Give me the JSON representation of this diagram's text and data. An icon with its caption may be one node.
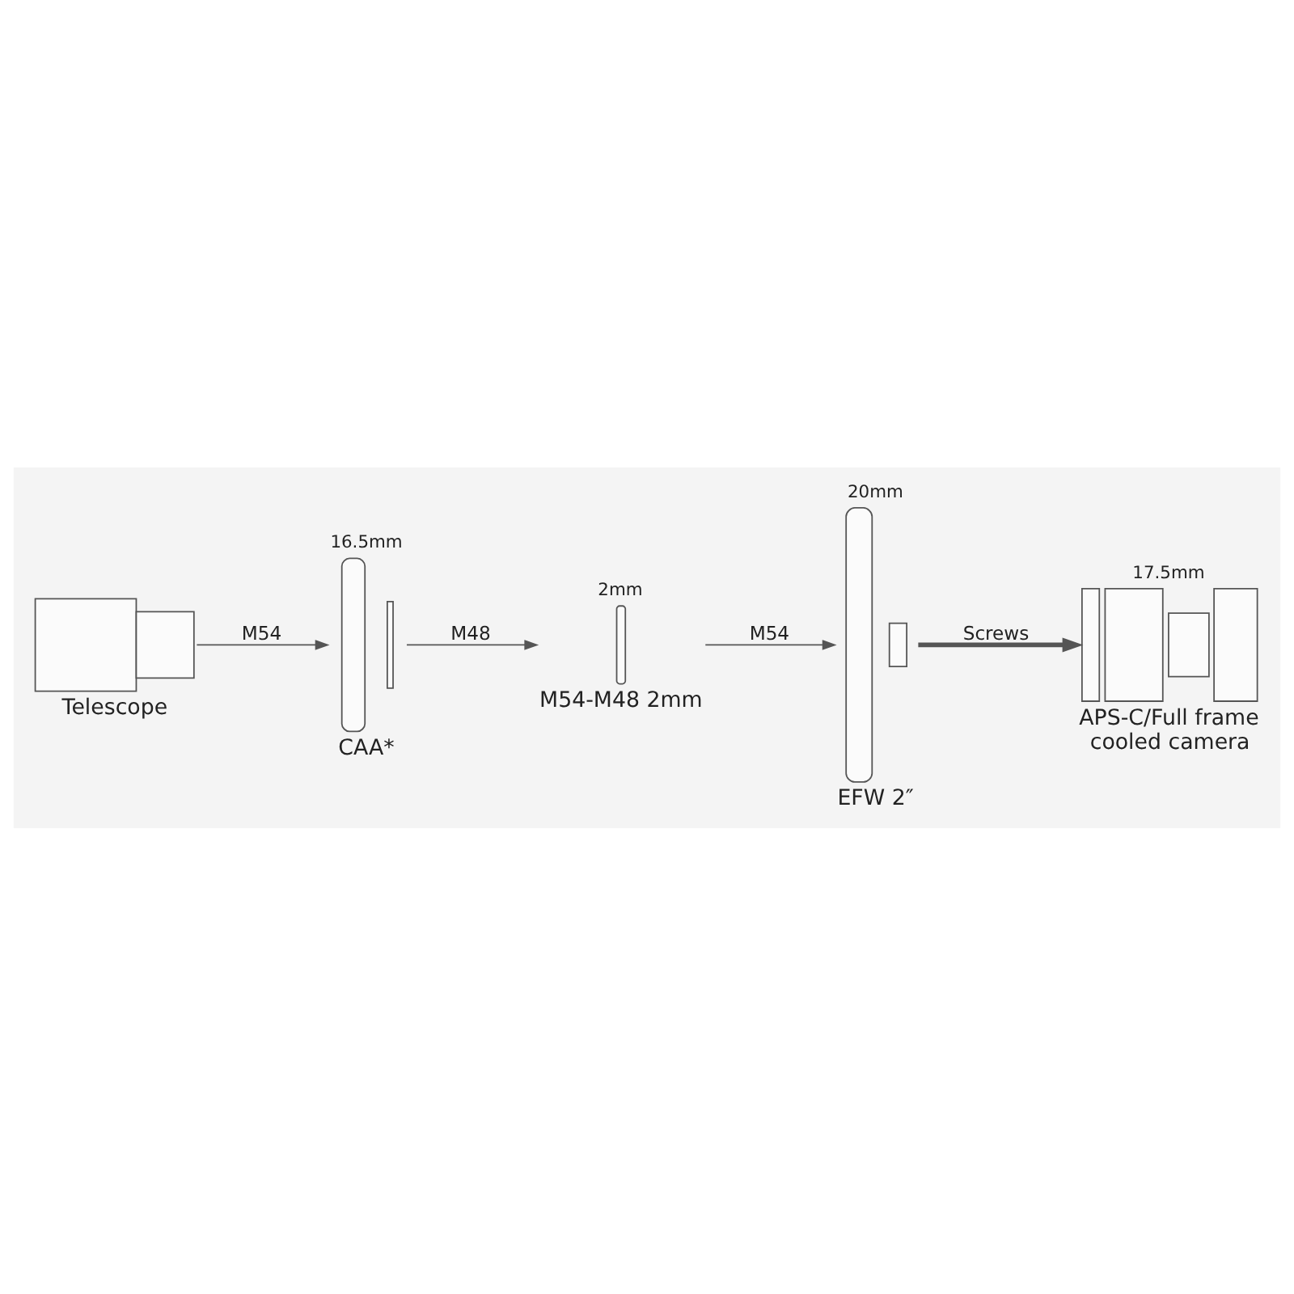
{
  "diagram": {
    "nodes": [
      {
        "text": [
          "Telescope"
        ]
      },
      {
        "text": [
          "CAA*"
        ],
        "beside": [
          "16.5mm"
        ]
      },
      {
        "text": [
          "M54-M48 2mm"
        ],
        "beside": [
          "2mm"
        ]
      },
      {
        "text": [
          "EFW 2″"
        ],
        "beside": [
          "20mm"
        ]
      },
      {
        "text": [
          "APS-C/Full frame cooled camera"
        ],
        "beside": [
          "17.5mm"
        ]
      }
    ],
    "edges": [
      {
        "from": 0,
        "to": 1,
        "arrow": "to",
        "label": "M54"
      },
      {
        "from": 1,
        "to": 2,
        "arrow": "to",
        "label": "M48"
      },
      {
        "from": 2,
        "to": 3,
        "arrow": "to",
        "label": "M54"
      },
      {
        "from": 3,
        "to": 4,
        "arrow": "to",
        "label": "Screws",
        "style": "thick"
      }
    ]
  }
}
